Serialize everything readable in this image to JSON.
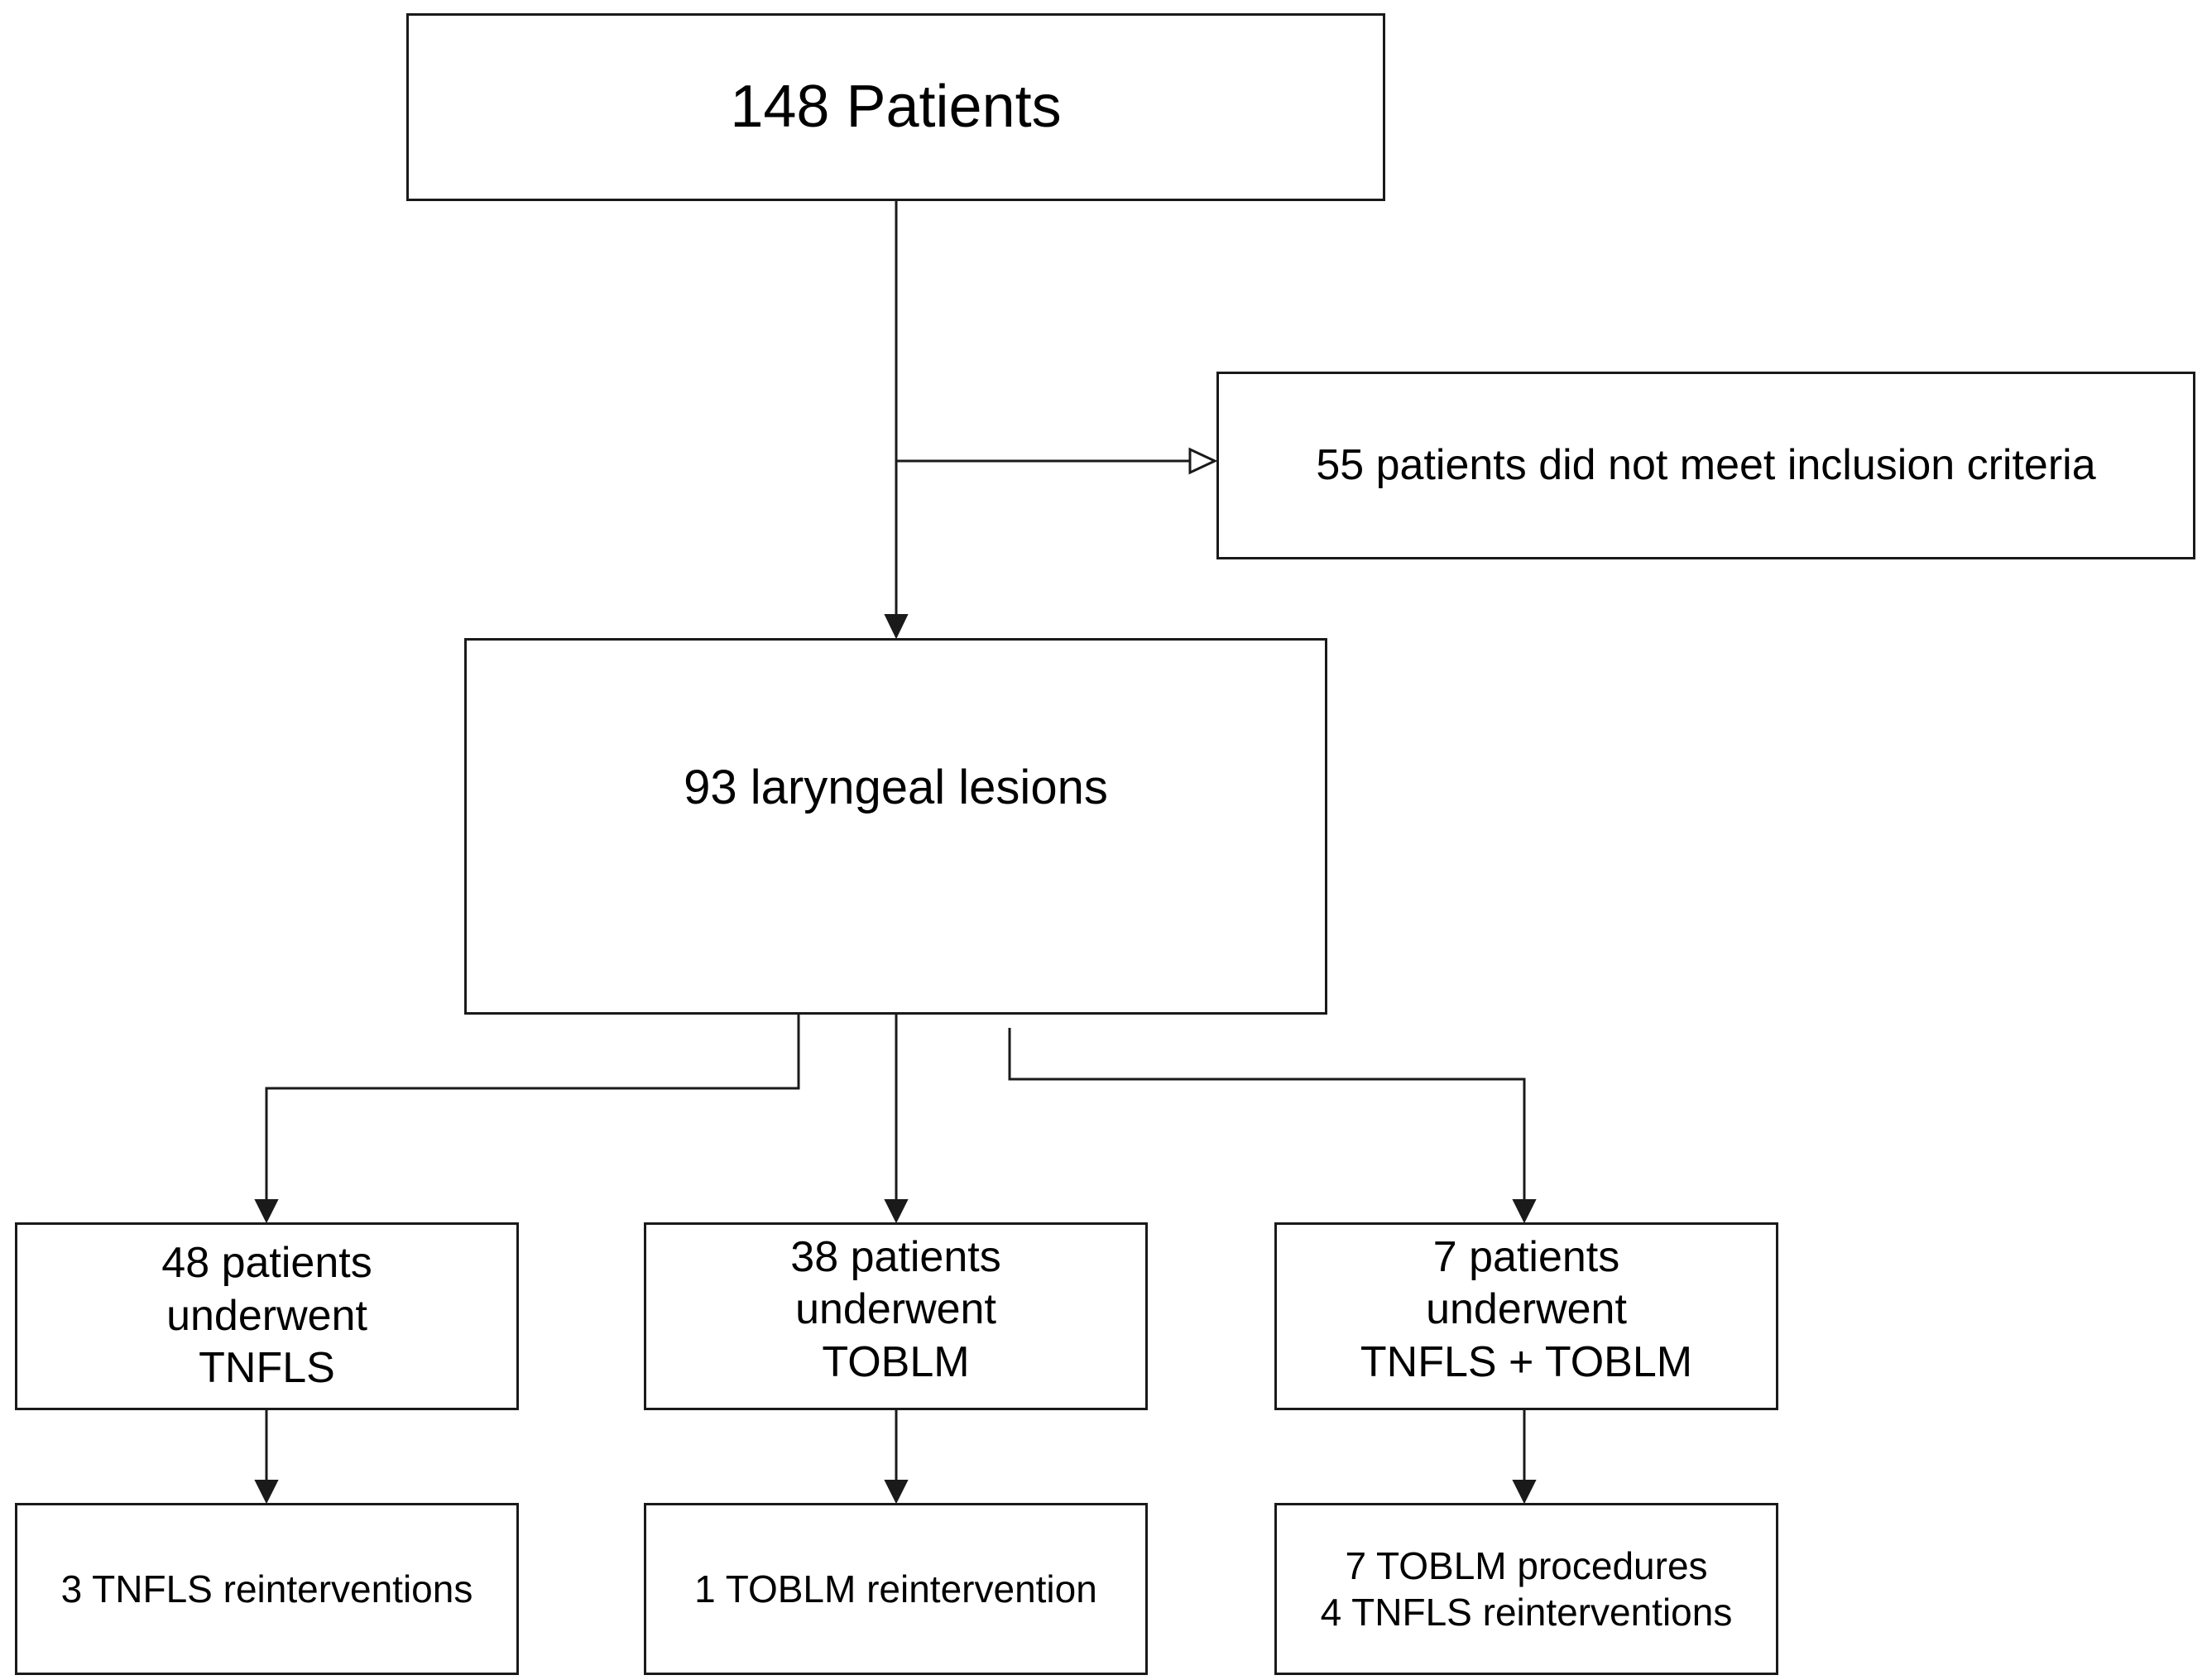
{
  "diagram": {
    "nodes": {
      "patients": {
        "lines": [
          "148 Patients"
        ]
      },
      "excluded": {
        "lines": [
          "55 patients did not meet inclusion criteria"
        ]
      },
      "lesions": {
        "lines": [
          "93 laryngeal lesions"
        ]
      },
      "tnfls": {
        "lines": [
          "48 patients",
          "underwent",
          "TNFLS"
        ]
      },
      "toblm": {
        "lines": [
          "38 patients",
          "underwent",
          "TOBLM"
        ]
      },
      "both": {
        "lines": [
          "7 patients",
          "underwent",
          "TNFLS + TOBLM"
        ]
      },
      "tnfls_re": {
        "lines": [
          "3 TNFLS reinterventions"
        ]
      },
      "toblm_re": {
        "lines": [
          "1 TOBLM reintervention"
        ]
      },
      "both_re": {
        "lines": [
          "7 TOBLM procedures",
          "4 TNFLS reinterventions"
        ]
      }
    },
    "edges": [
      {
        "from": "patients",
        "to": "lesions",
        "arrow": "filled"
      },
      {
        "from": "patients",
        "to": "excluded",
        "arrow": "open"
      },
      {
        "from": "lesions",
        "to": "tnfls",
        "arrow": "filled"
      },
      {
        "from": "lesions",
        "to": "toblm",
        "arrow": "filled"
      },
      {
        "from": "lesions",
        "to": "both",
        "arrow": "filled"
      },
      {
        "from": "tnfls",
        "to": "tnfls_re",
        "arrow": "filled"
      },
      {
        "from": "toblm",
        "to": "toblm_re",
        "arrow": "filled"
      },
      {
        "from": "both",
        "to": "both_re",
        "arrow": "filled"
      }
    ],
    "colors": {
      "line": "#1a1a1a",
      "background": "#ffffff"
    }
  }
}
